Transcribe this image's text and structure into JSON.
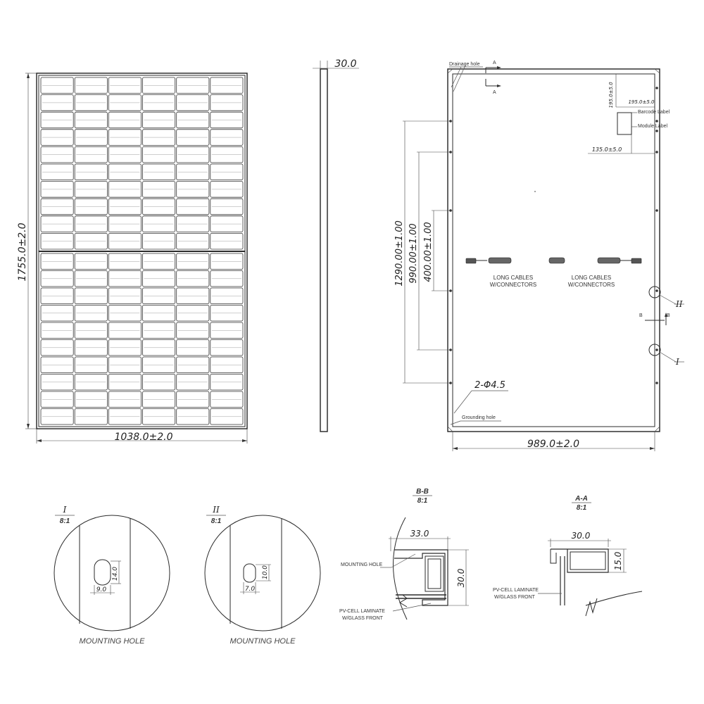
{
  "front_view": {
    "height_dim": "1755.0±2.0",
    "width_dim": "1038.0±2.0"
  },
  "side_view": {
    "thickness_dim": "30.0"
  },
  "back_view": {
    "drainage_label": "Drainage hole",
    "section_a_mark": "A",
    "dim_195_vertical": "195.0±5.0",
    "dim_195_horizontal": "195.0±5.0",
    "barcode_label": "Barcode Label",
    "module_label": "Module Label",
    "dim_135": "135.0±5.0",
    "dim_1290": "1290.00±1.00",
    "dim_990": "990.00±1.00",
    "dim_400": "400.00±1.00",
    "cable_left": [
      "LONG CABLES",
      "W/CONNECTORS"
    ],
    "cable_right": [
      "LONG CABLES",
      "W/CONNECTORS"
    ],
    "detail_ii_mark": "II",
    "detail_i_mark": "I",
    "section_b_mark": "B",
    "hole_dim": "2-Φ4.5",
    "grounding_label": "Grounding hole",
    "width_dim": "989.0±2.0"
  },
  "detail_i": {
    "title": "I",
    "scale": "8:1",
    "dim_height": "14.0",
    "dim_width": "9.0",
    "caption": "MOUNTING HOLE"
  },
  "detail_ii": {
    "title": "II",
    "scale": "8:1",
    "dim_height": "10.0",
    "dim_width": "7.0",
    "caption": "MOUNTING HOLE"
  },
  "section_bb": {
    "title": "B-B",
    "scale": "8:1",
    "dim_width": "33.0",
    "dim_height": "30.0",
    "mounting_label": "MOUNTING HOLE",
    "laminate_label": [
      "PV-CELL LAMINATE",
      "W/GLASS FRONT"
    ]
  },
  "section_aa": {
    "title": "A-A",
    "scale": "8:1",
    "dim_width": "30.0",
    "dim_height": "15.0",
    "laminate_label": [
      "PV-CELL LAMINATE",
      "W/GLASS FRONT"
    ]
  },
  "panel_grid": {
    "columns": 6,
    "rows_per_half": 10
  }
}
